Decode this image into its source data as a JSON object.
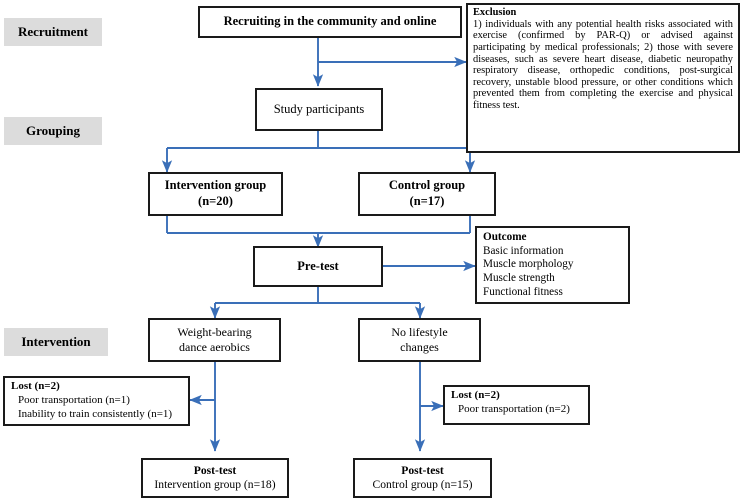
{
  "diagram": {
    "title": "Study flow diagram (CONSORT-style)",
    "accent_color": "#3a6fb8",
    "box_border_color": "#1a1a1a",
    "stage_fill_color": "#dcdcdc"
  },
  "stages": [
    {
      "label": "Recruitment"
    },
    {
      "label": "Grouping"
    },
    {
      "label": "Intervention"
    }
  ],
  "nodes": {
    "recruiting": {
      "line1": "Recruiting in the community  and online"
    },
    "participants": {
      "line1": "Study participants"
    },
    "intervention_group": {
      "line1": "Intervention group",
      "line2": "(n=20)"
    },
    "control_group": {
      "line1": "Control group",
      "line2": "(n=17)"
    },
    "pretest": {
      "line1": "Pre-test"
    },
    "dance": {
      "line1": "Weight-bearing",
      "line2": "dance aerobics"
    },
    "nolifestyle": {
      "line1": "No lifestyle",
      "line2": "changes"
    },
    "posttest_intervention": {
      "line1": "Post-test",
      "line2": "Intervention  group (n=18)"
    },
    "posttest_control": {
      "line1": "Post-test",
      "line2": "Control group (n=15)"
    }
  },
  "exclusion": {
    "heading": "Exclusion",
    "body": "1) individuals with any potential health risks associated with exercise (confirmed by PAR-Q) or advised against participating by medical professionals; 2) those with severe diseases, such as severe heart disease, diabetic neuropathy respiratory disease, orthopedic conditions, post-surgical recovery, unstable blood pressure, or other conditions which prevented them from completing the exercise and physical fitness test."
  },
  "outcome": {
    "heading": "Outcome",
    "items": [
      "Basic information",
      "Muscle morphology",
      "Muscle strength",
      "Functional  fitness"
    ]
  },
  "lost_left": {
    "heading": "Lost (n=2)",
    "items": [
      "Poor transportation  (n=1)",
      "Inability to train consistently (n=1)"
    ]
  },
  "lost_right": {
    "heading": "Lost (n=2)",
    "items": [
      "Poor transportation  (n=2)"
    ]
  }
}
